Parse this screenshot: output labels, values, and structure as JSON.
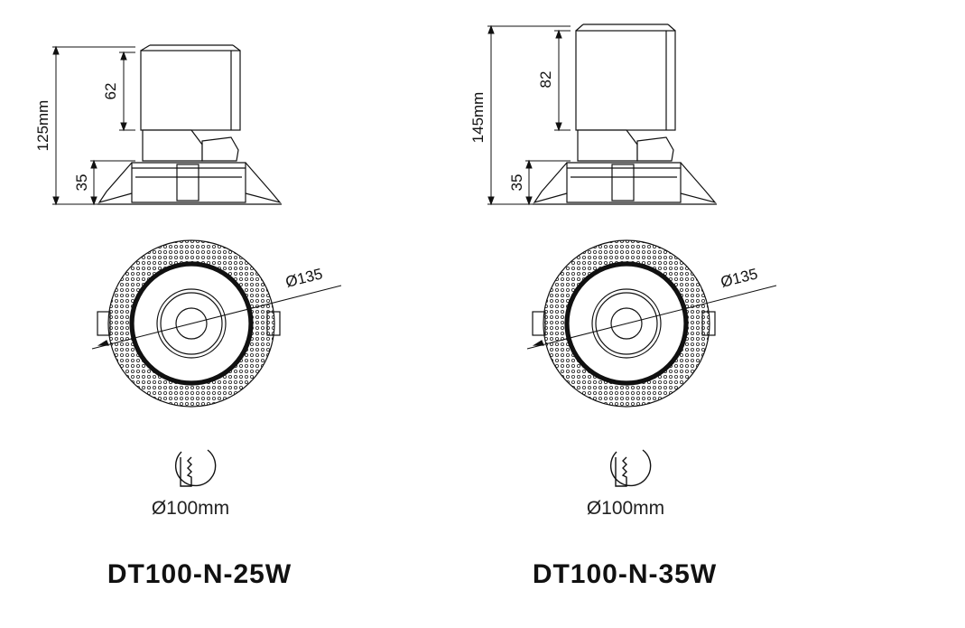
{
  "products": [
    {
      "model": "DT100-N-25W",
      "total_height": "125mm",
      "body_height": "62",
      "trim_height": "35",
      "diameter": "Ø135",
      "cutout": "Ø100mm"
    },
    {
      "model": "DT100-N-35W",
      "total_height": "145mm",
      "body_height": "82",
      "trim_height": "35",
      "diameter": "Ø135",
      "cutout": "Ø100mm"
    }
  ],
  "icons": [
    "ceiling-cutout-saw-icon"
  ],
  "colors": {
    "line": "#111111",
    "background": "#ffffff"
  }
}
